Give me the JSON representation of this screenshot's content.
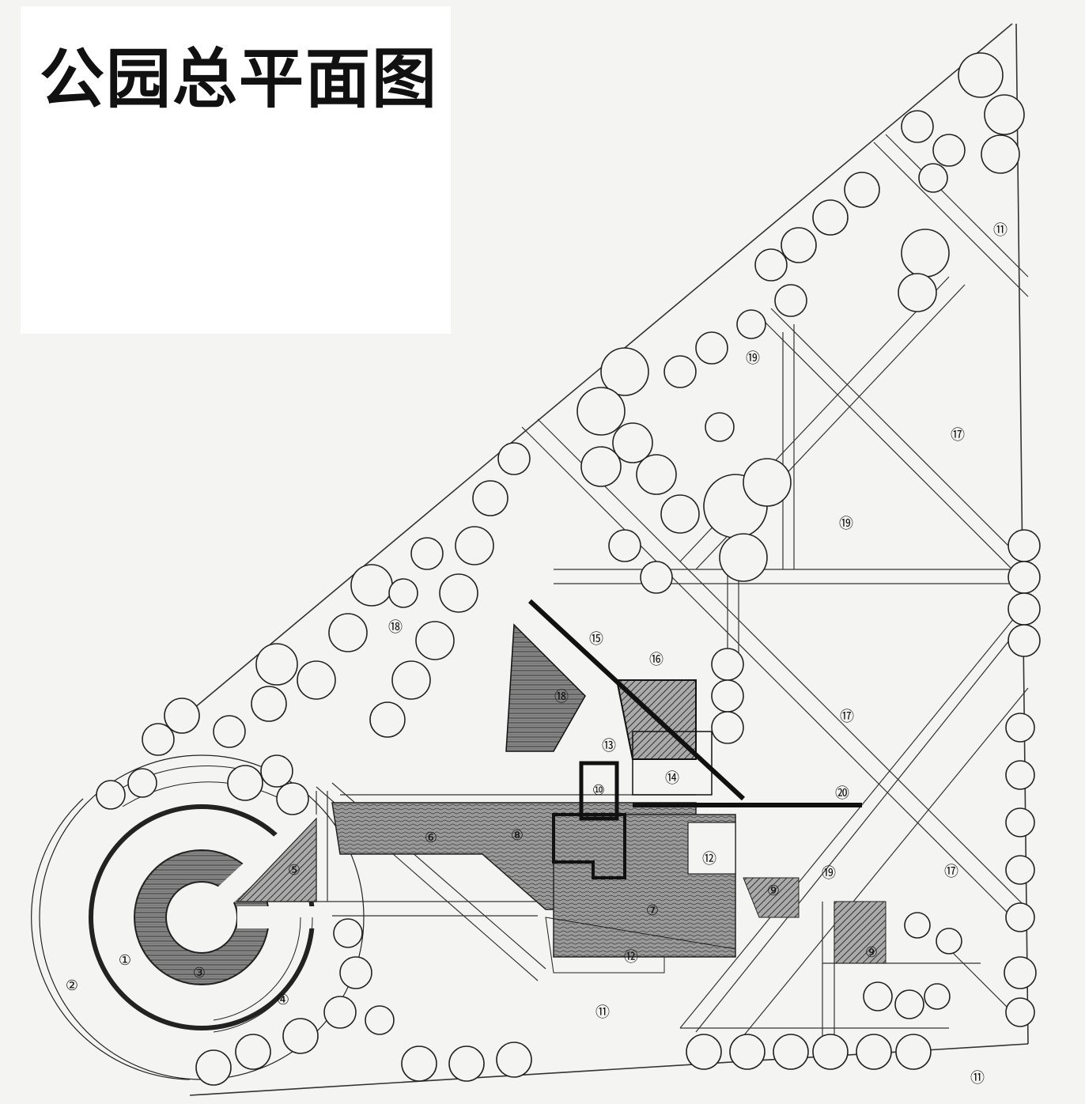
{
  "title": "公园总平面图",
  "labels": [
    "①",
    "②",
    "③",
    "④",
    "⑤",
    "⑥",
    "⑦",
    "⑧",
    "⑨",
    "⑩",
    "⑪",
    "⑫",
    "⑬",
    "⑭",
    "⑮",
    "⑯",
    "⑰",
    "⑱",
    "⑲",
    "⑳"
  ],
  "colors": {
    "ink": "#222222",
    "paper": "#f4f4f2",
    "hatch": "#555555"
  }
}
